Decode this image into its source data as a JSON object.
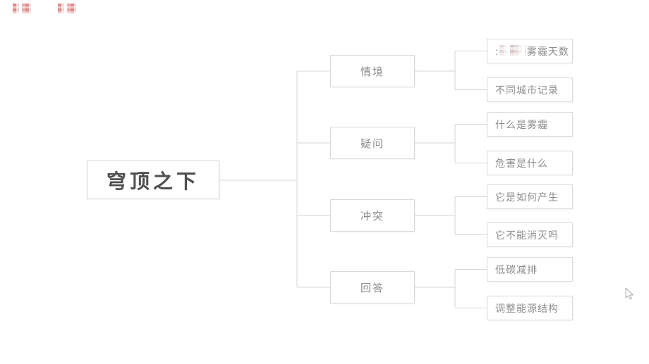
{
  "page": {
    "background": "#ffffff"
  },
  "mindmap": {
    "root": {
      "label": "穹顶之下"
    },
    "branches": [
      {
        "label": "情境",
        "children": [
          {
            "prefix": ":",
            "label": "雾霾天数",
            "censored": true
          },
          {
            "label": "不同城市记录"
          }
        ]
      },
      {
        "label": "疑问",
        "children": [
          {
            "label": "什么是雾霾"
          },
          {
            "label": "危害是什么"
          }
        ]
      },
      {
        "label": "冲突",
        "children": [
          {
            "label": "它是如何产生"
          },
          {
            "label": "它不能消灭吗"
          }
        ]
      },
      {
        "label": "回答",
        "children": [
          {
            "label": "低碳减排"
          },
          {
            "label": "调整能源结构"
          }
        ]
      }
    ]
  },
  "icons": {
    "cursor": "mouse-arrow",
    "censored_blocks": "pixelated-mosaic"
  },
  "colors": {
    "node_border": "#d9d9d9",
    "connector": "#d4d4d4",
    "root_text": "#4f4f4f",
    "node_text": "#8d8d8d",
    "mosaic_red": "#e08a8a",
    "mosaic_pink": "#e7d9d9"
  }
}
